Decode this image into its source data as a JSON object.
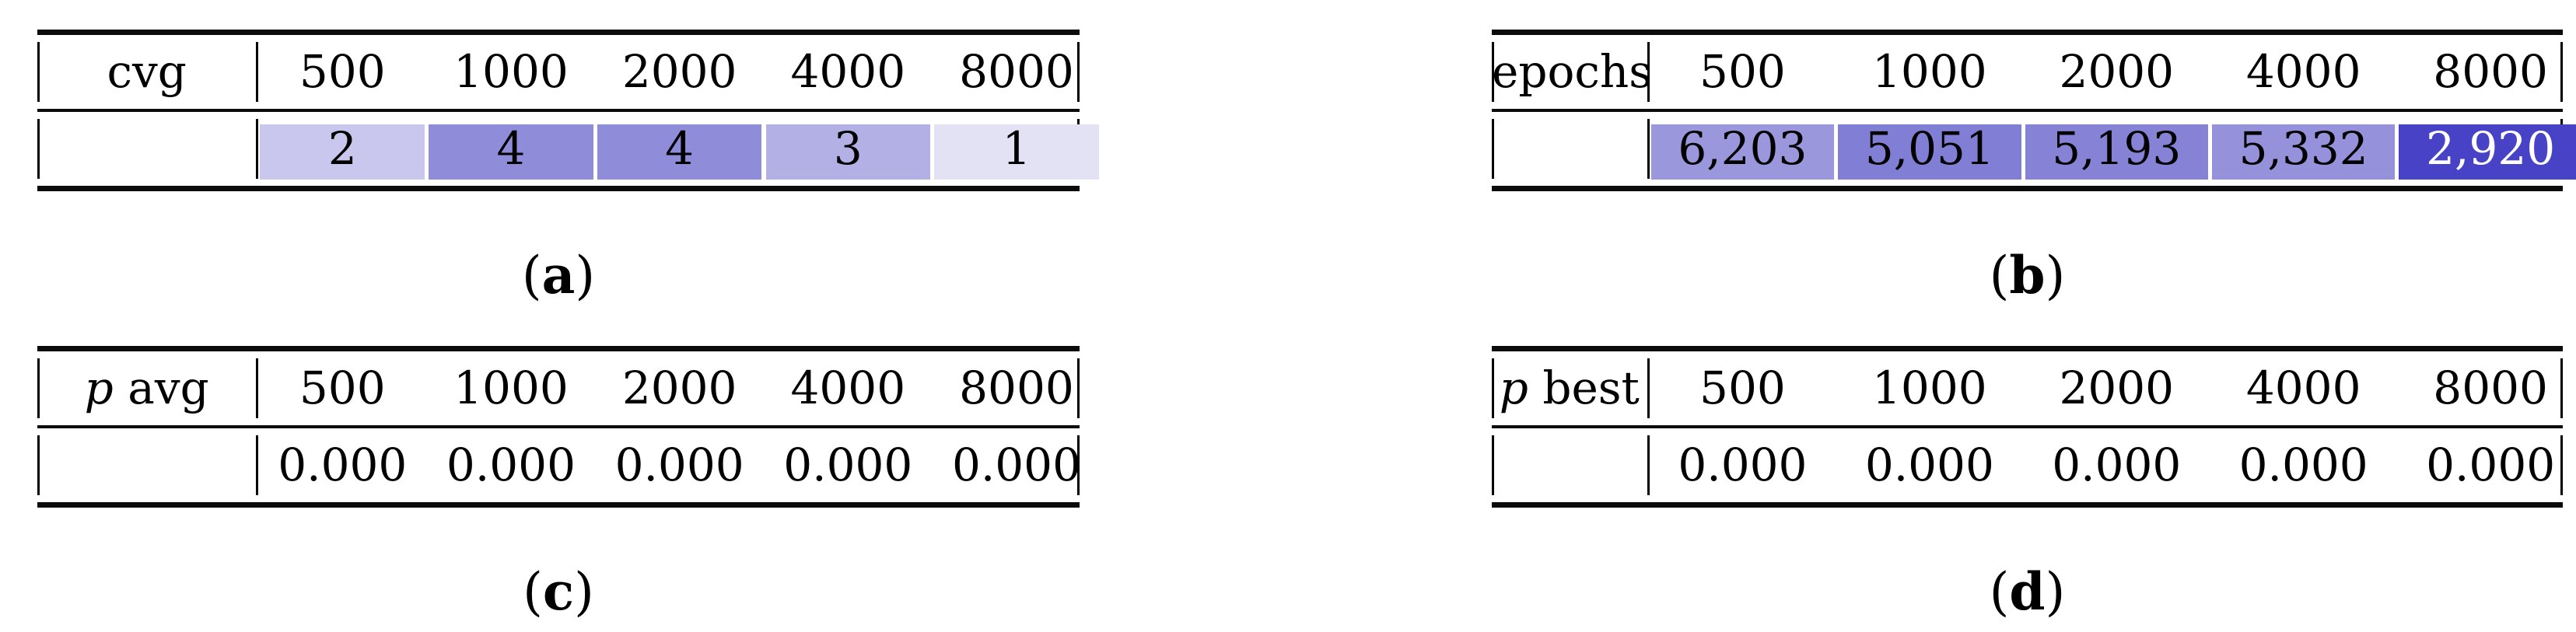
{
  "figure": {
    "rule_color": "#0b0b0b",
    "panels": [
      {
        "caption": {
          "open": "(",
          "letter": "a",
          "close": ")"
        },
        "header": {
          "label_italic": "",
          "label": "cvg",
          "columns": [
            "500",
            "1000",
            "2000",
            "4000",
            "8000"
          ]
        },
        "row": {
          "cells": [
            {
              "value": "2",
              "bg": "#c9c7ee",
              "fg": "#000000"
            },
            {
              "value": "4",
              "bg": "#8f8cd9",
              "fg": "#000000"
            },
            {
              "value": "4",
              "bg": "#8f8cd9",
              "fg": "#000000"
            },
            {
              "value": "3",
              "bg": "#b2b0e4",
              "fg": "#000000"
            },
            {
              "value": "1",
              "bg": "#e3e2f5",
              "fg": "#000000"
            }
          ]
        }
      },
      {
        "caption": {
          "open": "(",
          "letter": "b",
          "close": ")"
        },
        "header": {
          "label_italic": "",
          "label": "epochs",
          "columns": [
            "500",
            "1000",
            "2000",
            "4000",
            "8000"
          ]
        },
        "row": {
          "cells": [
            {
              "value": "6,203",
              "bg": "#9a97dd",
              "fg": "#000000"
            },
            {
              "value": "5,051",
              "bg": "#817ed5",
              "fg": "#000000"
            },
            {
              "value": "5,193",
              "bg": "#8683d7",
              "fg": "#000000"
            },
            {
              "value": "5,332",
              "bg": "#9592db",
              "fg": "#000000"
            },
            {
              "value": "2,920",
              "bg": "#4843c6",
              "fg": "#ffffff"
            }
          ]
        }
      },
      {
        "caption": {
          "open": "(",
          "letter": "c",
          "close": ")"
        },
        "header": {
          "label_italic": "p",
          "label": " avg",
          "columns": [
            "500",
            "1000",
            "2000",
            "4000",
            "8000"
          ]
        },
        "row": {
          "cells": [
            {
              "value": "0.000",
              "bg": "",
              "fg": "#000000"
            },
            {
              "value": "0.000",
              "bg": "",
              "fg": "#000000"
            },
            {
              "value": "0.000",
              "bg": "",
              "fg": "#000000"
            },
            {
              "value": "0.000",
              "bg": "",
              "fg": "#000000"
            },
            {
              "value": "0.000",
              "bg": "",
              "fg": "#000000"
            }
          ]
        }
      },
      {
        "caption": {
          "open": "(",
          "letter": "d",
          "close": ")"
        },
        "header": {
          "label_italic": "p",
          "label": " best",
          "columns": [
            "500",
            "1000",
            "2000",
            "4000",
            "8000"
          ]
        },
        "row": {
          "cells": [
            {
              "value": "0.000",
              "bg": "",
              "fg": "#000000"
            },
            {
              "value": "0.000",
              "bg": "",
              "fg": "#000000"
            },
            {
              "value": "0.000",
              "bg": "",
              "fg": "#000000"
            },
            {
              "value": "0.000",
              "bg": "",
              "fg": "#000000"
            },
            {
              "value": "0.000",
              "bg": "",
              "fg": "#000000"
            }
          ]
        }
      }
    ]
  },
  "chart_data": [
    {
      "type": "table",
      "title": "(a) cvg",
      "row_label": "cvg",
      "categories": [
        "500",
        "1000",
        "2000",
        "4000",
        "8000"
      ],
      "values": [
        2,
        4,
        4,
        3,
        1
      ],
      "heatmap": true
    },
    {
      "type": "table",
      "title": "(b) epochs",
      "row_label": "epochs",
      "categories": [
        "500",
        "1000",
        "2000",
        "4000",
        "8000"
      ],
      "values": [
        6203,
        5051,
        5193,
        5332,
        2920
      ],
      "heatmap": true
    },
    {
      "type": "table",
      "title": "(c) p avg",
      "row_label": "p avg",
      "categories": [
        "500",
        "1000",
        "2000",
        "4000",
        "8000"
      ],
      "values": [
        0.0,
        0.0,
        0.0,
        0.0,
        0.0
      ],
      "heatmap": false
    },
    {
      "type": "table",
      "title": "(d) p best",
      "row_label": "p best",
      "categories": [
        "500",
        "1000",
        "2000",
        "4000",
        "8000"
      ],
      "values": [
        0.0,
        0.0,
        0.0,
        0.0,
        0.0
      ],
      "heatmap": false
    }
  ]
}
